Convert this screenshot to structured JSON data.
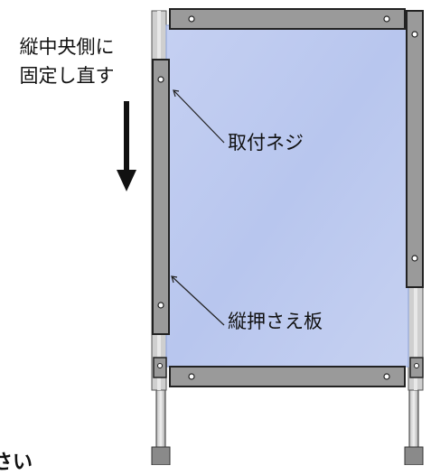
{
  "annotations": {
    "instruction_line1": "縦中央側に",
    "instruction_line2": "固定し直す",
    "screw_label": "取付ネジ",
    "plate_label": "縦押さえ板",
    "cutoff_text": "さい"
  },
  "diagram": {
    "arrow_direction": "down",
    "colors": {
      "frame_bar": "#9a9a9a",
      "frame_stroke": "#222222",
      "panel_fill": "#c2cdf0",
      "post": "#d9d9d9",
      "text": "#111111"
    }
  }
}
